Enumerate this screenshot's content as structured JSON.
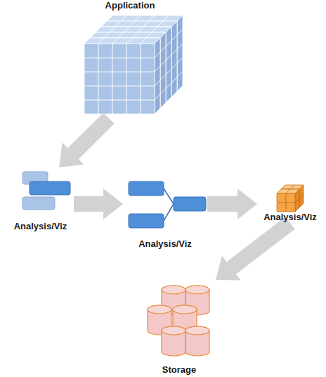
{
  "diagram": {
    "nodes": [
      {
        "text": [
          "Application"
        ]
      },
      {
        "text": [
          "Analysis/Viz"
        ]
      },
      {
        "text": [
          "Analysis/Viz"
        ]
      },
      {
        "text": [
          "Analysis/Viz"
        ]
      },
      {
        "text": [
          "Storage"
        ]
      }
    ],
    "edges": [
      {
        "from": 0,
        "to": 1,
        "arrow": "to"
      },
      {
        "from": 1,
        "to": 2,
        "arrow": "to"
      },
      {
        "from": 2,
        "to": 3,
        "arrow": "to"
      },
      {
        "from": 3,
        "to": 4,
        "arrow": "to"
      }
    ]
  }
}
